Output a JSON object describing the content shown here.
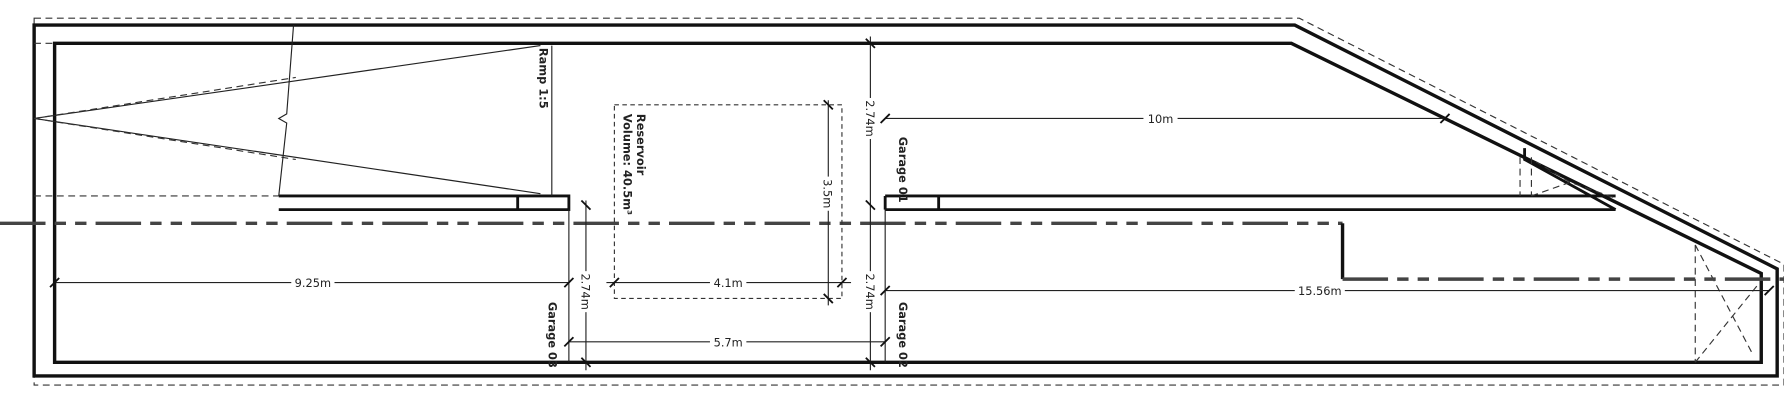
{
  "labels": {
    "ramp": "Ramp 1:5",
    "reservoir": "Reservoir",
    "reservoir_volume": "Volume: 40.5m³",
    "garage_01": "Garage 01",
    "garage_02": "Garage 02",
    "garage_03": "Garage 03"
  },
  "dimensions": {
    "garage03_width": "2.74m",
    "garage01_width": "2.74m",
    "garage02_width": "2.74m",
    "left_length": "9.25m",
    "reservoir_width": "4.1m",
    "reservoir_depth": "3.5m",
    "middle_span": "5.7m",
    "garage01_length": "10m",
    "garage02_length": "15.56m"
  }
}
